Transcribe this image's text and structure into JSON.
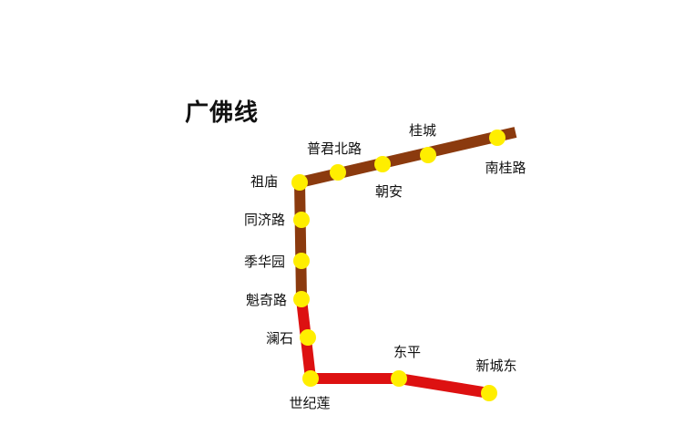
{
  "title": "广佛线",
  "colors": {
    "segment_north": "#8B3A0E",
    "segment_south": "#DD1111",
    "station_fill": "#FFEE00",
    "background": "#FFFFFF",
    "text": "#111111"
  },
  "stations": [
    {
      "id": "nanguilu",
      "name": "南桂路"
    },
    {
      "id": "guicheng",
      "name": "桂城"
    },
    {
      "id": "chaoan",
      "name": "朝安"
    },
    {
      "id": "pujunbeilu",
      "name": "普君北路"
    },
    {
      "id": "zumiao",
      "name": "祖庙"
    },
    {
      "id": "tongjilu",
      "name": "同济路"
    },
    {
      "id": "jihuayuan",
      "name": "季华园"
    },
    {
      "id": "kuiqilu",
      "name": "魁奇路"
    },
    {
      "id": "lanshi",
      "name": "澜石"
    },
    {
      "id": "shijilian",
      "name": "世纪莲"
    },
    {
      "id": "dongping",
      "name": "东平"
    },
    {
      "id": "xinchengdong",
      "name": "新城东"
    }
  ]
}
